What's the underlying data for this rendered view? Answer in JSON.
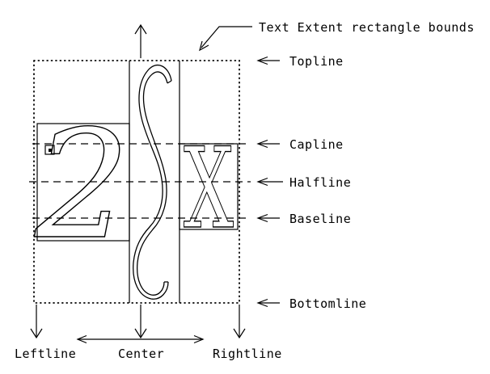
{
  "labels": {
    "text_extent": "Text Extent rectangle bounds",
    "topline": "Topline",
    "capline": "Capline",
    "halfline": "Halfline",
    "baseline": "Baseline",
    "bottomline": "Bottomline",
    "leftline": "Leftline",
    "center": "Center",
    "rightline": "Rightline"
  },
  "glyphs": {
    "left_char": "2",
    "middle_char": "S",
    "right_char": "X"
  },
  "colors": {
    "line": "#000000",
    "background": "#ffffff"
  }
}
